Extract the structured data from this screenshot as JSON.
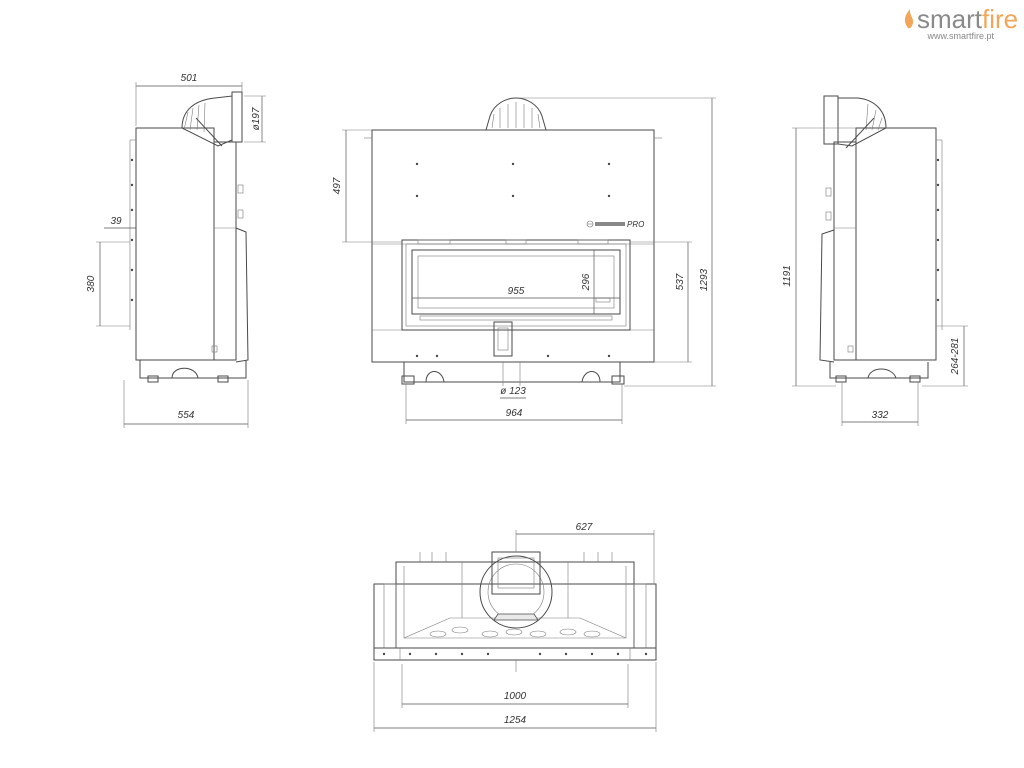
{
  "brand": {
    "name_part1": "smart",
    "name_part2": "fire",
    "url": "www.smartfire.pt",
    "color_dark": "#8a8a8a",
    "color_accent": "#f2a65a"
  },
  "product": {
    "badge": "PRO"
  },
  "dimensions": {
    "side_left_top_width": "501",
    "flue_diameter": "ø197",
    "side_left_39": "39",
    "side_left_380": "380",
    "side_left_depth": "554",
    "front_497": "497",
    "front_glass_width": "955",
    "front_glass_height": "296",
    "front_537": "537",
    "front_total_height": "1293",
    "front_inlet_diameter": "ø 123",
    "front_base_width": "964",
    "side_right_height": "1191",
    "side_right_range": "264-281",
    "side_right_332": "332",
    "top_627": "627",
    "top_1000": "1000",
    "top_1254": "1254"
  }
}
